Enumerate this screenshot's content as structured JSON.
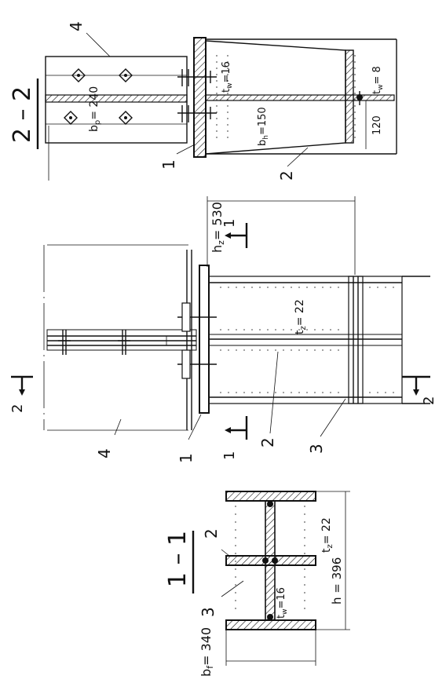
{
  "section_22": {
    "title": "2 – 2",
    "labels": [
      "4",
      "1",
      "2"
    ],
    "dims": {
      "bp": "b",
      "bp_sub": "p",
      "bp_val": "= 240",
      "bh": "b",
      "bh_sub": "h",
      "bh_val": "=150",
      "tw16": "t",
      "tw16_sub": "w",
      "tw16_val": "=16",
      "tw8": "t",
      "tw8_sub": "w",
      "tw8_val": "= 8",
      "h120": "120"
    }
  },
  "elevation": {
    "section_marks": [
      "1",
      "1",
      "2",
      "2"
    ],
    "labels": [
      "1",
      "2",
      "3",
      "4"
    ],
    "dims": {
      "hz": "h",
      "hz_sub": "z",
      "hz_val": "= 530",
      "tz": "t",
      "tz_sub": "z",
      "tz_val": "= 22"
    }
  },
  "section_11": {
    "title": "1 – 1",
    "labels": [
      "2",
      "3"
    ],
    "dims": {
      "h": "h = 396",
      "bf": "b",
      "bf_sub": "f",
      "bf_val": "= 340",
      "tz": "t",
      "tz_sub": "z",
      "tz_val": "= 22",
      "tw": "t",
      "tw_sub": "w",
      "tw_val": "=16"
    }
  }
}
